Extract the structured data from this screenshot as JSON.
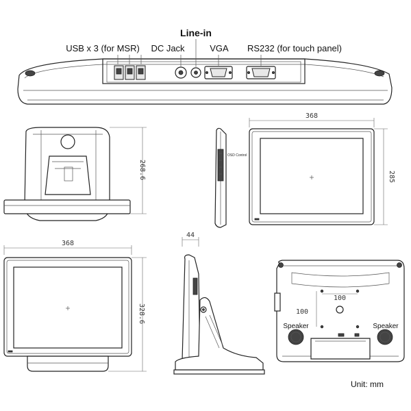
{
  "labels": {
    "line_in": "Line-in",
    "usb": "USB x 3 (for MSR)",
    "dc_jack": "DC Jack",
    "vga": "VGA",
    "rs232": "RS232 (for touch panel)",
    "osd_control": "OSD Control",
    "speaker_left": "Speaker",
    "speaker_right": "Speaker",
    "unit": "Unit: mm"
  },
  "dimensions": {
    "side_height": "268.6",
    "front_width_top": "368",
    "front_height_top": "285",
    "front_width_bottom": "368",
    "front_height_bottom": "328.6",
    "profile_depth": "44",
    "vesa_horizontal": "100",
    "vesa_vertical": "100"
  }
}
